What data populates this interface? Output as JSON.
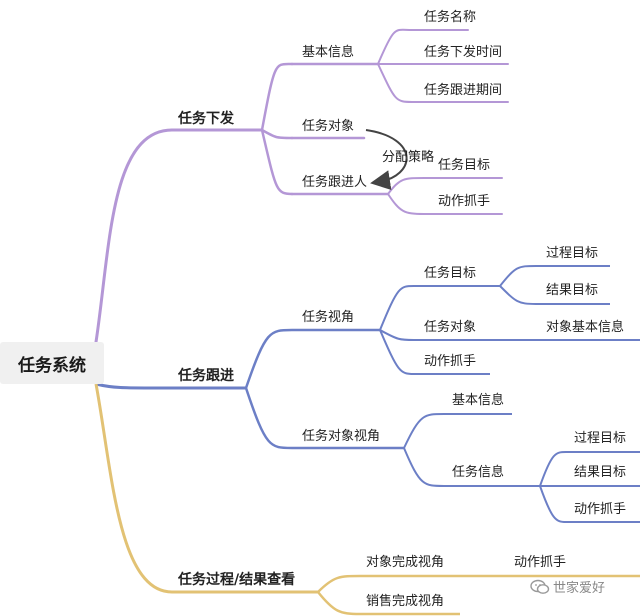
{
  "root": {
    "label": "任务系统"
  },
  "colors": {
    "purple": "#b497d6",
    "blue": "#6c7fc6",
    "gold": "#e2c274"
  },
  "branches": {
    "dispatch": {
      "label": "任务下发",
      "basic_info": {
        "label": "基本信息",
        "children": [
          "任务名称",
          "任务下发时间",
          "任务跟进期间"
        ]
      },
      "target": {
        "label": "任务对象"
      },
      "follower": {
        "label": "任务跟进人",
        "children": [
          "任务目标",
          "动作抓手"
        ]
      },
      "assign_note": "分配策略"
    },
    "follow": {
      "label": "任务跟进",
      "view": {
        "label": "任务视角",
        "goal": {
          "label": "任务目标",
          "children": [
            "过程目标",
            "结果目标"
          ]
        },
        "target": {
          "label": "任务对象",
          "children": [
            "对象基本信息"
          ]
        },
        "action": {
          "label": "动作抓手"
        }
      },
      "target_view": {
        "label": "任务对象视角",
        "basic": {
          "label": "基本信息"
        },
        "task_info": {
          "label": "任务信息",
          "children": [
            "过程目标",
            "结果目标",
            "动作抓手"
          ]
        }
      }
    },
    "review": {
      "label": "任务过程/结果查看",
      "target_done": {
        "label": "对象完成视角",
        "children": [
          "动作抓手"
        ]
      },
      "sales_done": {
        "label": "销售完成视角"
      }
    }
  },
  "watermark": "世家爱好"
}
